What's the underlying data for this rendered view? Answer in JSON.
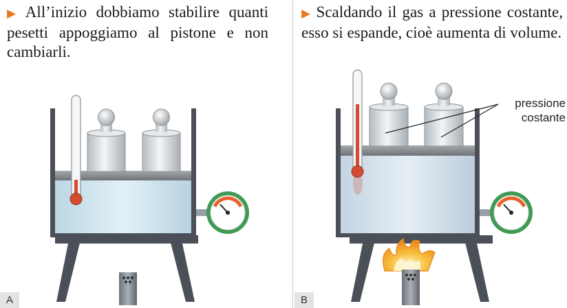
{
  "panel_a": {
    "label": "A",
    "caption": "All’inizio dobbiamo stabilire quanti pesetti appoggiamo al pistone e non cambiarli."
  },
  "panel_b": {
    "label": "B",
    "caption": "Scaldando il gas a pressione costante, esso si espande, cioè aumenta di volume."
  },
  "annotation": {
    "line1": "pressione",
    "line2": "costante"
  },
  "colors": {
    "bullet": "#e8791e",
    "frame": "#4a4f58",
    "gas": "#cfe4ee",
    "piston": "#8a8d91",
    "weight": "#d9dde0",
    "gauge_ring": "#3f9a52",
    "gauge_arc": "#e8602a",
    "flame": "#f6a623",
    "thermo_red": "#d44b32"
  }
}
